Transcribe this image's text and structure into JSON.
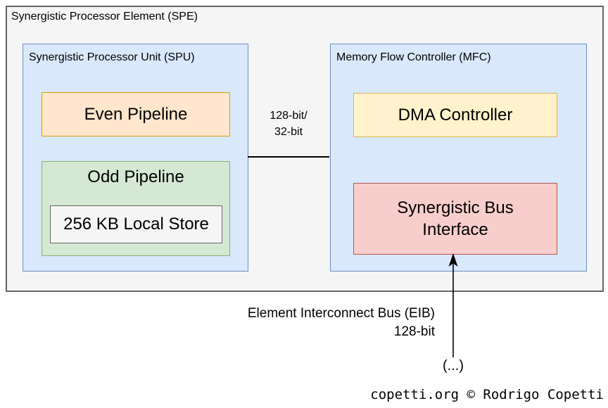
{
  "colors": {
    "spe-fill": "#f5f5f5",
    "spe-stroke": "#666666",
    "container-fill": "#dae8fc",
    "container-stroke": "#6c8ebf",
    "even-fill": "#ffe6cc",
    "even-stroke": "#d79b00",
    "odd-fill": "#d5e8d4",
    "odd-stroke": "#82b366",
    "store-fill": "#f5f5f5",
    "store-stroke": "#666666",
    "dma-fill": "#fff2cc",
    "dma-stroke": "#d6b656",
    "sbi-fill": "#f8cecc",
    "sbi-stroke": "#b85450",
    "line": "#000000",
    "text": "#000000"
  },
  "spe": {
    "title": "Synergistic Processor Element (SPE)",
    "spu": {
      "title": "Synergistic Processor Unit (SPU)",
      "even_pipeline_label": "Even Pipeline",
      "odd_pipeline_label": "Odd Pipeline",
      "local_store_label": "256 KB Local Store"
    },
    "mfc": {
      "title": "Memory Flow Controller (MFC)",
      "dma_label": "DMA Controller",
      "sbi_label_line1": "Synergistic Bus",
      "sbi_label_line2": "Interface"
    }
  },
  "spu_mfc_bus": {
    "label_line1": "128-bit/",
    "label_line2": "32-bit"
  },
  "eib": {
    "label_line1": "Element Interconnect Bus (EIB)",
    "label_line2": "128-bit",
    "source_label": "(...)"
  },
  "credit": "copetti.org © Rodrigo Copetti"
}
